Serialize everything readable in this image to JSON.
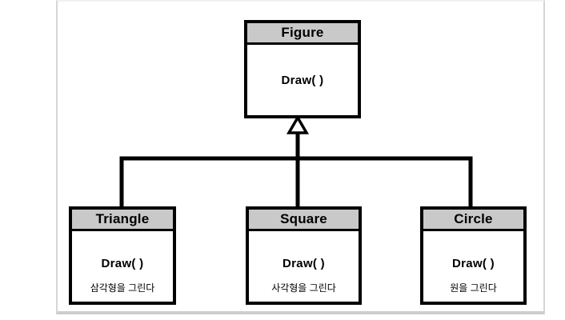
{
  "diagram": {
    "type": "uml-class-inheritance",
    "parent": {
      "title": "Figure",
      "method": "Draw( )"
    },
    "children": [
      {
        "title": "Triangle",
        "method": "Draw( )",
        "caption": "삼각형을 그린다"
      },
      {
        "title": "Square",
        "method": "Draw( )",
        "caption": "사각형을 그린다"
      },
      {
        "title": "Circle",
        "method": "Draw( )",
        "caption": "원을 그린다"
      }
    ],
    "relationship": "inheritance",
    "colors": {
      "header_bg": "#c9c9c9",
      "box_border": "#000000",
      "connector": "#000000",
      "panel_border": "#d6d6d6",
      "background": "#ffffff"
    }
  }
}
